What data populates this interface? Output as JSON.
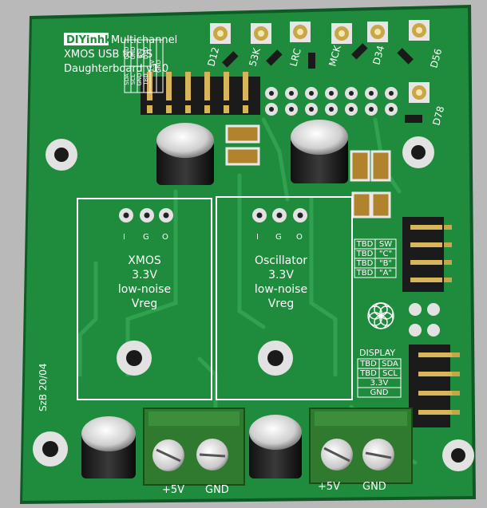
{
  "brand": {
    "logo_text": "DIYinhk",
    "title_line1": "Multichannel",
    "title_line2": "XMOS USB to I2S",
    "title_line3": "Daughterboard v1.0"
  },
  "signals_top": [
    "D12",
    "53K",
    "LRC",
    "MCK",
    "D34",
    "D56",
    "D78"
  ],
  "header_left_table": [
    [
      "SDA",
      "GND"
    ],
    [
      "SCL",
      "GND"
    ],
    [
      "GND",
      "RST"
    ],
    [
      "TBD",
      "DSD"
    ],
    [
      "3.3V",
      ""
    ],
    [
      "GND",
      ""
    ]
  ],
  "vreg_pins": [
    "I",
    "G",
    "O"
  ],
  "regulators": [
    {
      "line1": "XMOS",
      "line2": "3.3V",
      "line3": "low-noise",
      "line4": "Vreg"
    },
    {
      "line1": "Oscillator",
      "line2": "3.3V",
      "line3": "low-noise",
      "line4": "Vreg"
    }
  ],
  "switch_table": [
    [
      "TBD",
      "SW"
    ],
    [
      "TBD",
      "\"C\""
    ],
    [
      "TBD",
      "\"B\""
    ],
    [
      "TBD",
      "\"A\""
    ]
  ],
  "display": {
    "title": "DISPLAY",
    "rows": [
      [
        "TBD",
        "SDA"
      ],
      [
        "TBD",
        "SCL"
      ],
      [
        "3.3V",
        ""
      ],
      [
        "GND",
        ""
      ]
    ]
  },
  "terminals": [
    {
      "plus": "+5V",
      "gnd": "GND"
    },
    {
      "plus": "+5V",
      "gnd": "GND"
    }
  ],
  "side_text": "SzB 20/04",
  "colors": {
    "pcb": "#1e8a3c",
    "pcb_edge": "#0f5a24",
    "copper": "#34a052",
    "silk": "#ffffff",
    "gold": "#d6b14a",
    "terminal": "#2b6e2e"
  }
}
